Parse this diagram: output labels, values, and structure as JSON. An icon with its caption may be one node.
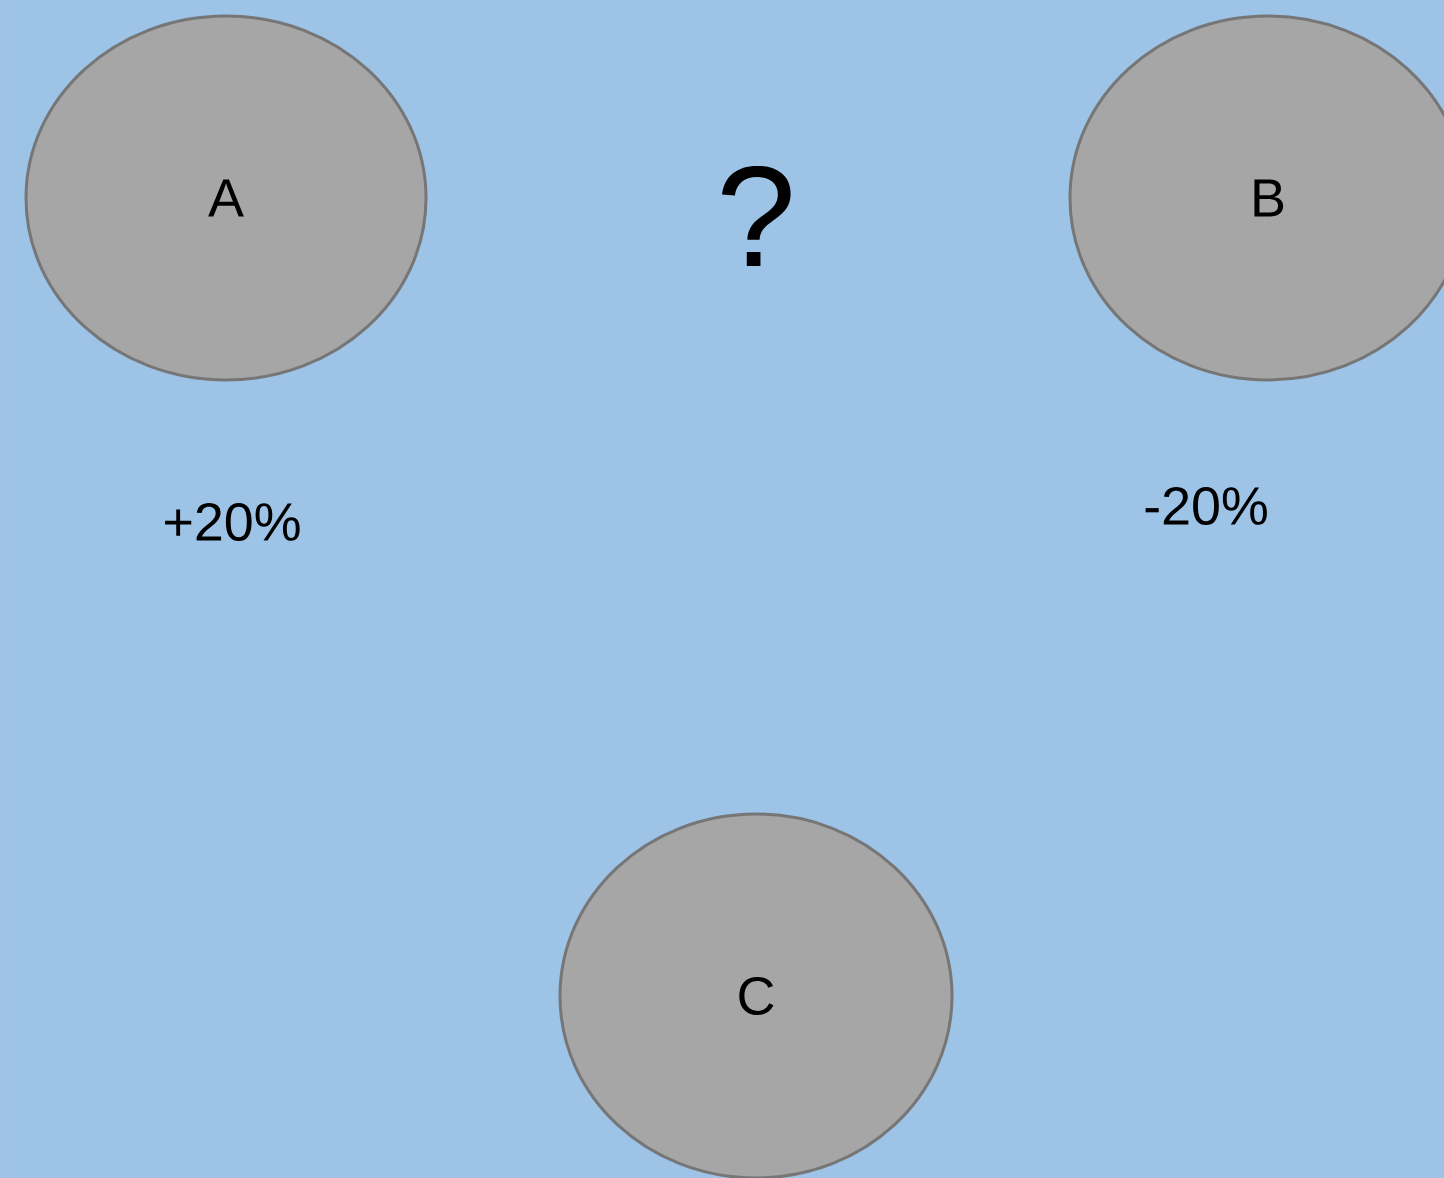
{
  "diagram": {
    "nodes": [
      {
        "text": [
          "A"
        ],
        "beside": [
          "+20%"
        ]
      },
      {
        "text": [
          "B"
        ],
        "beside": [
          "-20%"
        ]
      },
      {
        "text": [
          "C"
        ]
      }
    ],
    "labels": [
      "?"
    ]
  }
}
